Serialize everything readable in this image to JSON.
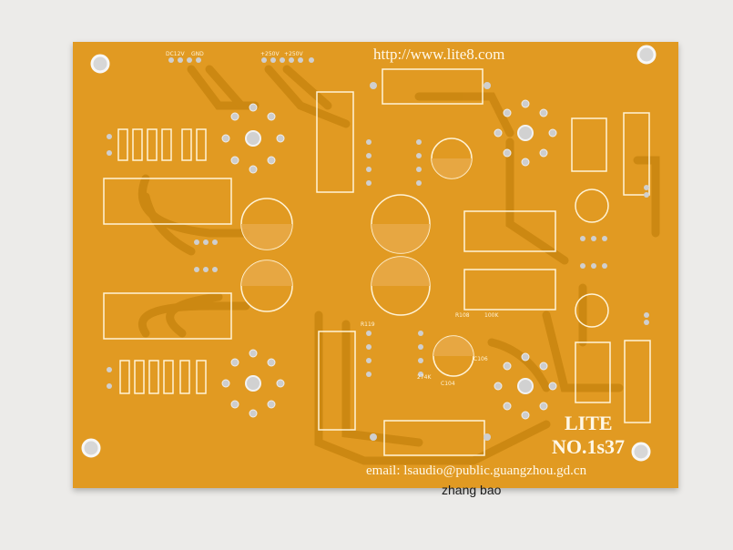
{
  "board": {
    "url": "http://www.lite8.com",
    "title": "LITE",
    "model": "NO.1s37",
    "email": "email: lsaudio@public.guangzhou.gd.cn",
    "labels": {
      "dc12v": "DC12V",
      "gnd": "GND",
      "v250a": "+250V",
      "v250b": "+250V",
      "c104": "C104",
      "r108": "R108",
      "val100k": "100K",
      "r119": "R119",
      "val274k": "274K",
      "c106": "C106"
    }
  },
  "caption": "zhang bao",
  "colors": {
    "background": "#ecebe9",
    "board": "#e19a22",
    "trace": "#d89018",
    "silkscreen": "#fff8e8",
    "pad": "#cfcfcf"
  }
}
